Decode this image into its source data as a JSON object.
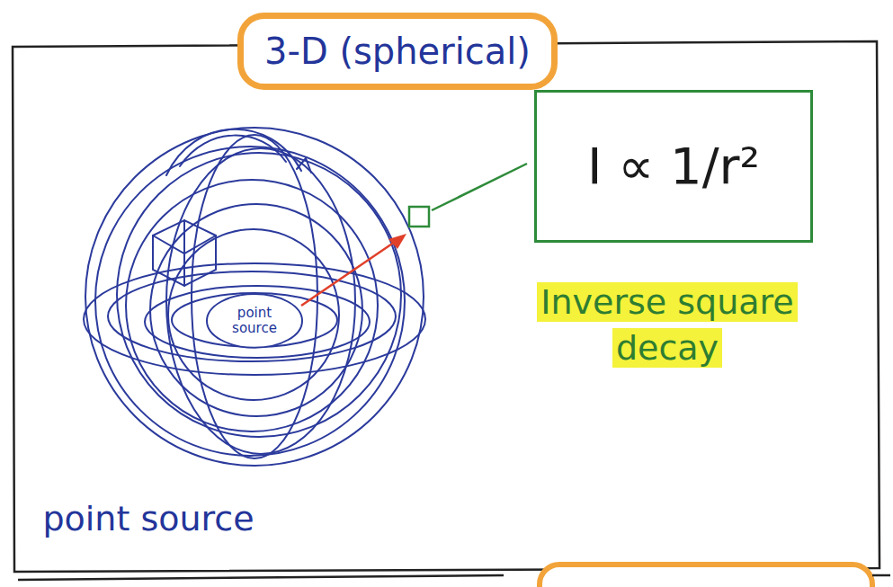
{
  "diagram": {
    "nodes": [
      {
        "text": [
          "3-D (spherical)"
        ]
      },
      {
        "text": [
          "point source"
        ]
      },
      {
        "text": [
          "I ∝ 1/r²"
        ]
      }
    ],
    "labels": [
      "Inverse square decay",
      "point source"
    ]
  }
}
